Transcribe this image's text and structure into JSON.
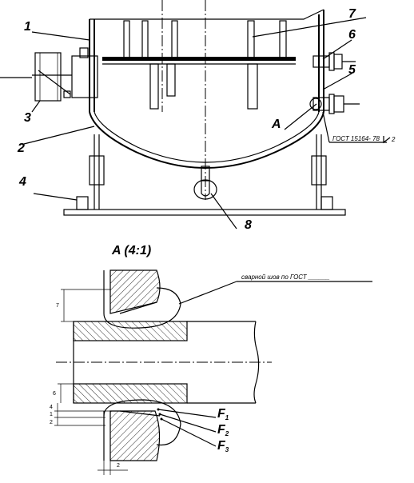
{
  "callouts": {
    "c1": "1",
    "c2": "2",
    "c3": "3",
    "c4": "4",
    "c5": "5",
    "c6": "6",
    "c7": "7",
    "c8": "8",
    "cA": "A"
  },
  "standard_note": "ГОСТ 15164- 78",
  "standard_weld_size": "2",
  "detail_title": "A (4:1)",
  "weld_note": "сварной шов по ГОСТ ______",
  "forces": {
    "f1": "F",
    "f1_sub": "1",
    "f2": "F",
    "f2_sub": "2",
    "f3": "F",
    "f3_sub": "3"
  },
  "dims": {
    "d_top": "7",
    "d_mid": "6",
    "d_a": "4",
    "d_b": "1",
    "d_c": "2",
    "d_bottom": "2"
  }
}
